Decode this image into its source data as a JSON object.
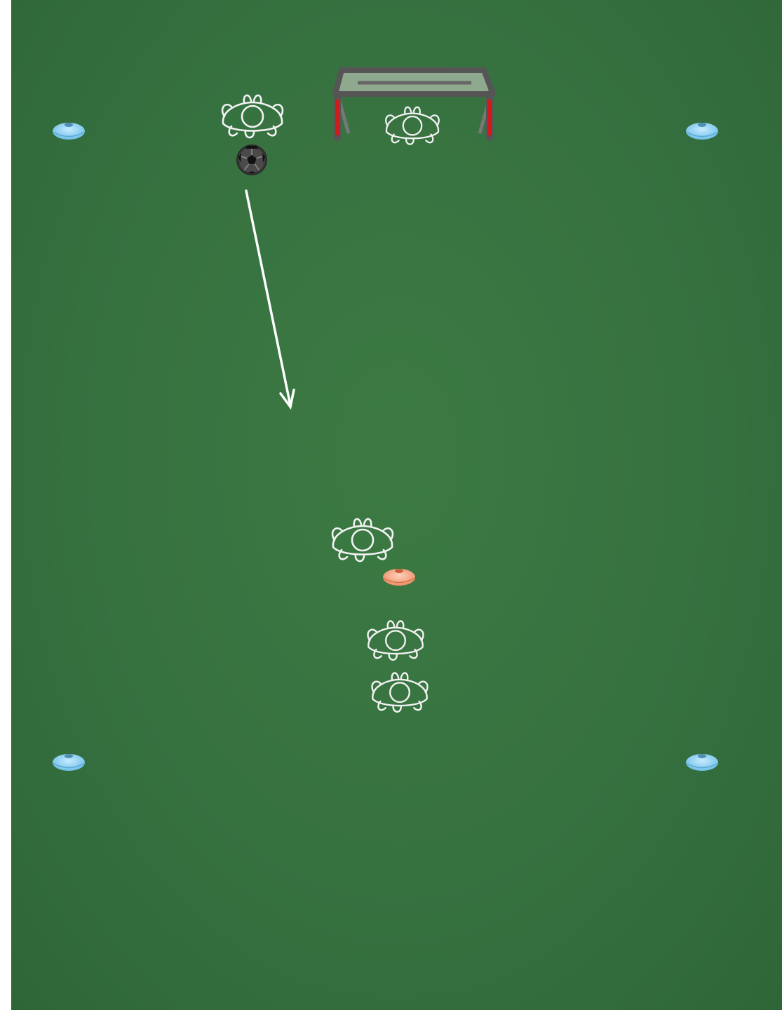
{
  "diagram": {
    "type": "soccer-drill",
    "colors": {
      "pitch": "#3a7640",
      "corner_cone": "#8fd0f2",
      "center_cone": "#f4a07c",
      "player_outline": "#f2f2f2",
      "goal_frame": "#5a5a5a",
      "goal_post": "#d11a1a",
      "arrow": "#ffffff"
    },
    "icons": {
      "corner_cone": "cone-icon",
      "center_cone": "cone-icon",
      "player": "player-icon",
      "ball": "soccer-ball-icon",
      "goal": "goal-icon",
      "arrow": "pass-arrow"
    },
    "counts": {
      "corner_cones": 4,
      "players": 5,
      "goals": 1,
      "balls": 1,
      "center_cones": 1
    }
  }
}
